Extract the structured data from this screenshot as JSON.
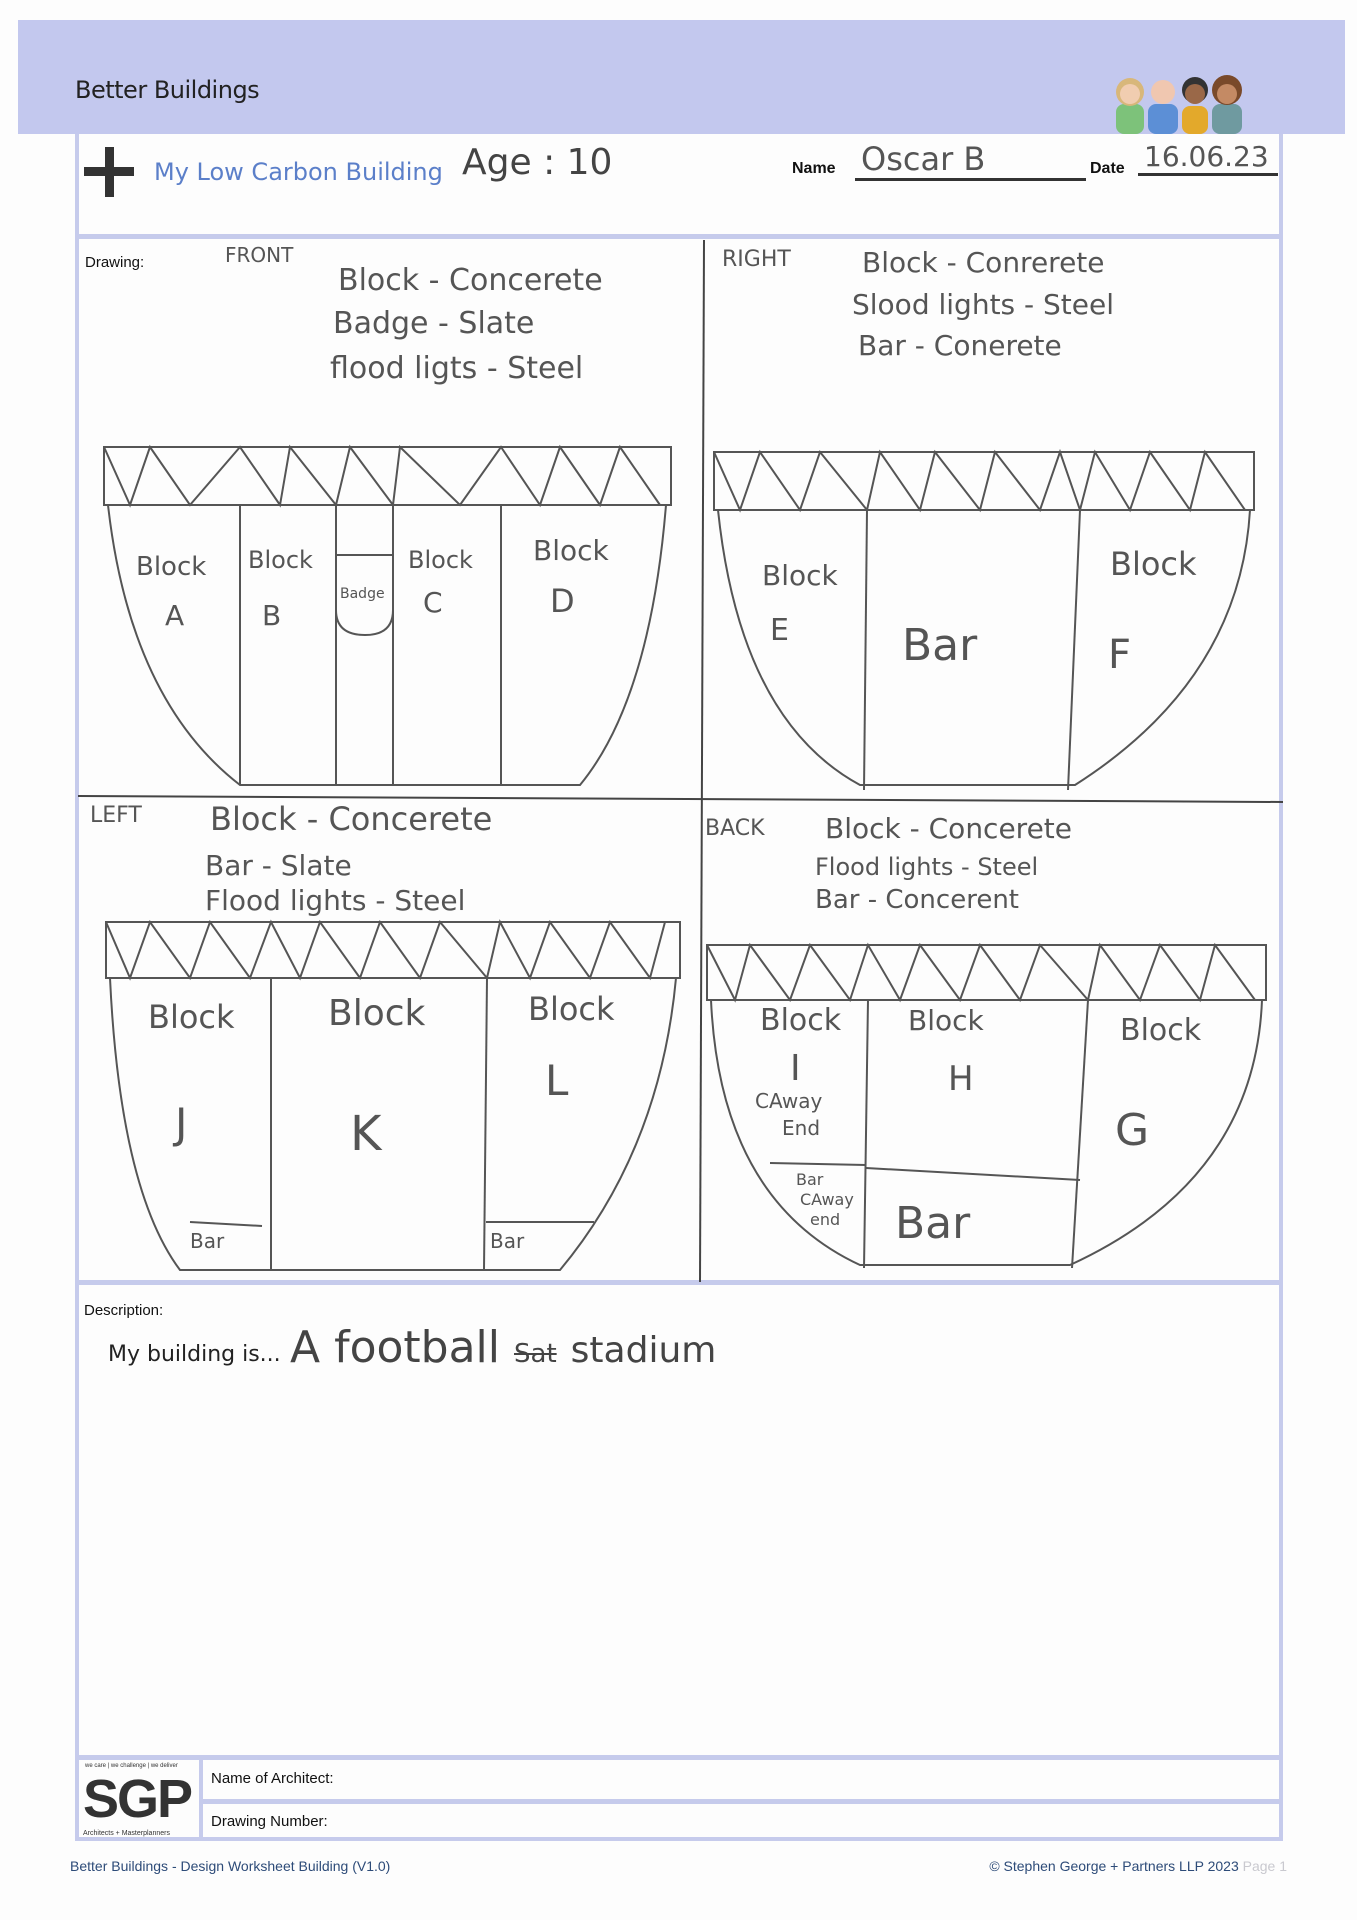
{
  "header": {
    "brand": "Better Buildings",
    "worksheet_title": "My Low Carbon Building",
    "age": "Age : 10",
    "name_label": "Name",
    "name_value": "Oscar  B",
    "date_label": "Date",
    "date_value": "16.06.23"
  },
  "drawing": {
    "label": "Drawing:",
    "front": {
      "title": "FRONT",
      "notes": [
        "Block - Concerete",
        "Badge - Slate",
        "flood ligts - Steel"
      ],
      "labels": [
        "Block",
        "A",
        "Block",
        "B",
        "Badge",
        "Block",
        "C",
        "Block",
        "D"
      ]
    },
    "right": {
      "title": "RIGHT",
      "notes": [
        "Block - Conrerete",
        "Slood lights - Steel",
        "Bar - Conerete"
      ],
      "labels": [
        "Block",
        "E",
        "Bar",
        "Block",
        "F"
      ]
    },
    "left": {
      "title": "LEFT",
      "notes": [
        "Block - Concerete",
        "Bar - Slate",
        "Flood lights - Steel"
      ],
      "labels": [
        "Block",
        "J",
        "Block",
        "K",
        "Block",
        "L",
        "Bar",
        "Bar"
      ]
    },
    "back": {
      "title": "BACK",
      "notes": [
        "Block - Concerete",
        "Flood lights - Steel",
        "Bar - Concerent"
      ],
      "labels": [
        "Block",
        "I",
        "CAway",
        "End",
        "Block",
        "H",
        "Block",
        "G",
        "Bar",
        "CAway",
        "end",
        "Bar"
      ]
    }
  },
  "description": {
    "label": "Description:",
    "prompt": "My building is...",
    "answer_start": "A football",
    "struck": "Sat",
    "answer_end": "stadium"
  },
  "footer_box": {
    "logo_tagline": "we care | we challenge | we deliver",
    "logo": "SGP",
    "logo_sub": "Architects + Masterplanners",
    "architect_label": "Name of Architect:",
    "drawing_number_label": "Drawing Number:"
  },
  "footer": {
    "doc_title": "Better Buildings - Design Worksheet Building (V1.0)",
    "copyright": "© Stephen George + Partners LLP 2023",
    "page": "Page 1"
  },
  "colors": {
    "band": "#c3c8ee",
    "title_blue": "#5b7fc9",
    "footer_blue": "#2d4b78"
  }
}
